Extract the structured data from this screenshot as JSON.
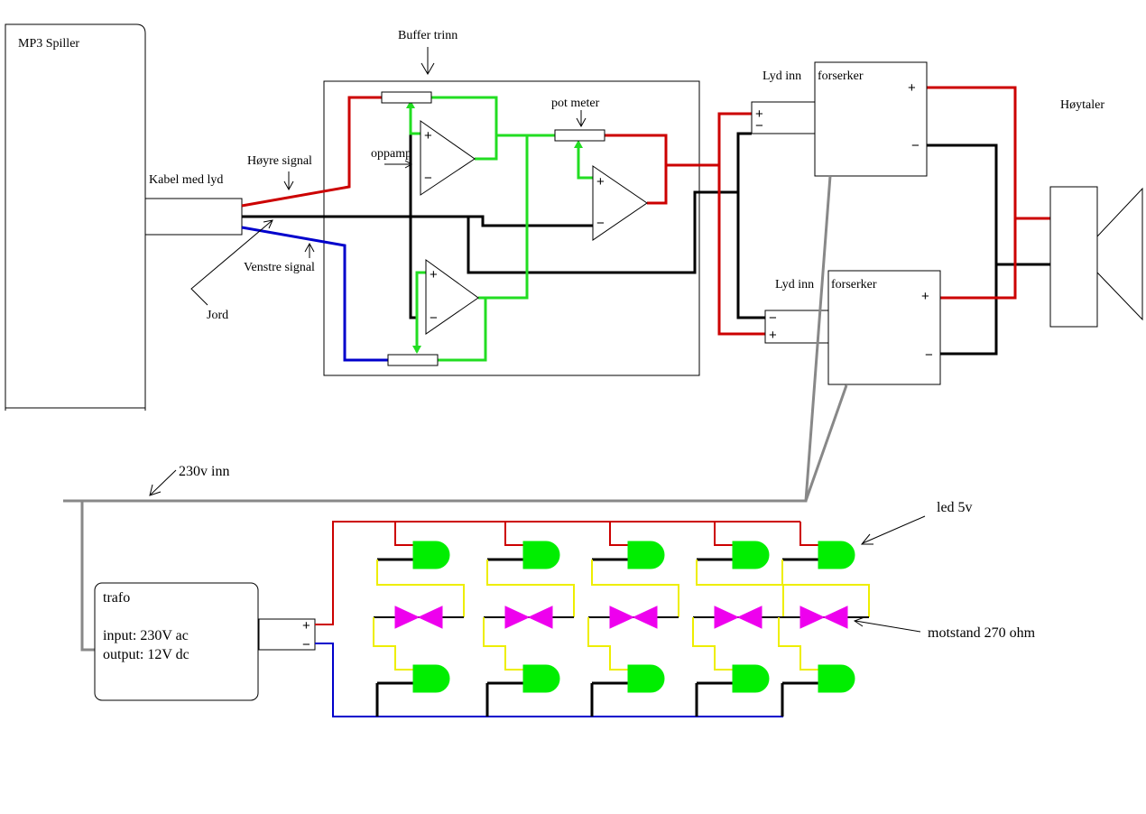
{
  "labels": {
    "mp3": "MP3 Spiller",
    "kabel": "Kabel med lyd",
    "hoyre": "Høyre signal",
    "venstre": "Venstre signal",
    "jord": "Jord",
    "buffer": "Buffer trinn",
    "oppamp": "oppamp",
    "potmeter": "pot meter",
    "lydinn": "Lyd inn",
    "forsterker": "forserker",
    "hoytaler": "Høytaler",
    "inn230": "230v inn",
    "trafo_title": "trafo",
    "trafo_input": "input: 230V ac",
    "trafo_output": "output: 12V dc",
    "led": "led 5v",
    "motstand": "motstand 270 ohm",
    "plus": "+",
    "minus": "−"
  },
  "colors": {
    "right_signal": "#cc0000",
    "left_signal": "#0000cc",
    "ground": "#000000",
    "feedback": "#22dd22",
    "mains": "#888888",
    "led_wire": "#eeee00",
    "led_body": "#00ee00",
    "resistor": "#ee00ee"
  },
  "led_columns": 5,
  "icons": [
    "led-icon",
    "resistor-icon",
    "speaker-icon",
    "opamp-icon",
    "potentiometer-icon"
  ]
}
